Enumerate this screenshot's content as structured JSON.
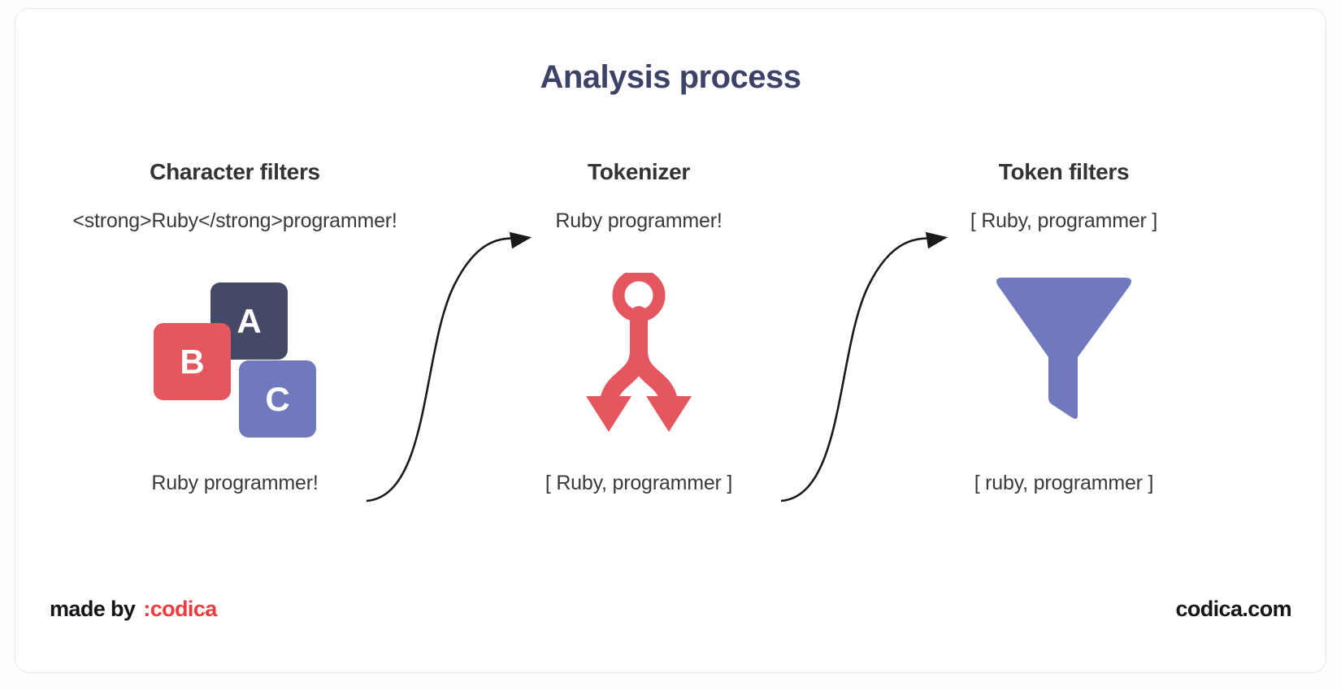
{
  "page": {
    "background": "#fdfdff",
    "card_background": "#ffffff",
    "card_border_color": "#e6e5f2"
  },
  "title": "Analysis process",
  "title_color": "#3d4268",
  "columns": [
    {
      "header": "Character filters",
      "input_text": "<strong>Ruby</strong>programmer!",
      "output_text": "Ruby programmer!",
      "icon": "abc-blocks-icon",
      "blocks": [
        {
          "letter": "A",
          "color": "#454966"
        },
        {
          "letter": "B",
          "color": "#e4575f"
        },
        {
          "letter": "C",
          "color": "#7079bd"
        }
      ]
    },
    {
      "header": "Tokenizer",
      "input_text": "Ruby programmer!",
      "output_text": "[ Ruby, programmer ]",
      "icon": "split-fork-arrows-icon",
      "icon_color": "#e4575f"
    },
    {
      "header": "Token filters",
      "input_text": "[ Ruby, programmer ]",
      "output_text": "[ ruby, programmer ]",
      "icon": "funnel-filter-icon",
      "icon_color": "#7079bd"
    }
  ],
  "connectors": [
    {
      "name": "arrow-column1-to-column2",
      "color": "#1a1a1a"
    },
    {
      "name": "arrow-column2-to-column3",
      "color": "#1a1a1a"
    }
  ],
  "footer": {
    "made_by_label": "made by",
    "brand": ":codica",
    "brand_color": "#f03a3f",
    "website": "codica.com"
  }
}
